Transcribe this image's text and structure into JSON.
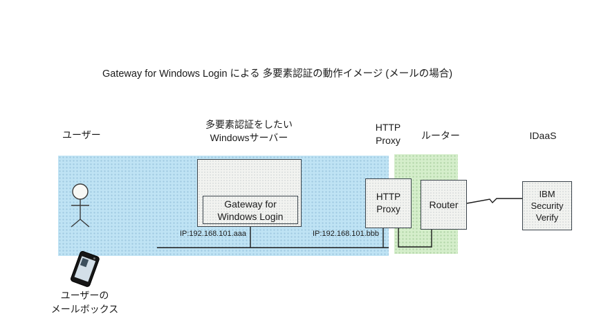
{
  "title": "Gateway for Windows Login による 多要素認証の動作イメージ (メールの場合)",
  "lanes": {
    "user": "ユーザー",
    "windows_server": {
      "line1": "多要素認証をしたい",
      "line2": "Windowsサーバー"
    },
    "http_proxy": {
      "line1": "HTTP",
      "line2": "Proxy"
    },
    "router": "ルーター",
    "idaas": "IDaaS"
  },
  "nodes": {
    "gateway": {
      "line1": "Gateway for",
      "line2": "Windows Login"
    },
    "http_proxy": {
      "line1": "HTTP",
      "line2": "Proxy"
    },
    "router": "Router",
    "ibm_verify": {
      "line1": "IBM",
      "line2": "Security",
      "line3": "Verify"
    }
  },
  "ip_labels": {
    "server": "IP:192.168.101.aaa",
    "proxy": "IP:192.168.101.bbb"
  },
  "mailbox": {
    "line1": "ユーザーの",
    "line2": "メールボックス"
  },
  "icons": {
    "user": "stick-figure-person",
    "mailbox": "smartphone"
  },
  "colors": {
    "lan_zone": "#bfe3f4",
    "dmz_zone": "#d5eecb",
    "node_fill": "#f2f3f0",
    "node_border": "#39424a",
    "line": "#1a1a1a"
  }
}
